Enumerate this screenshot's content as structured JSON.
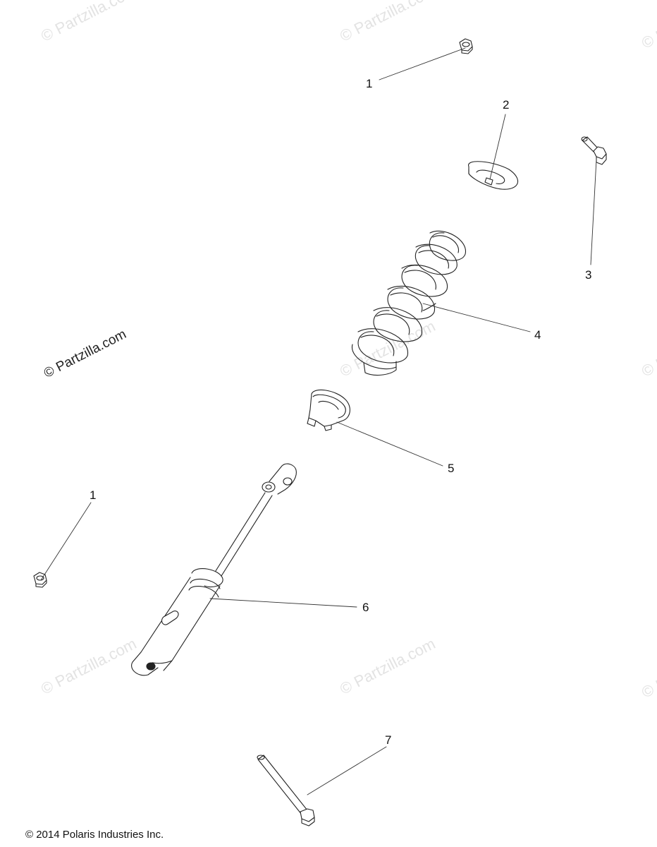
{
  "watermark": "© Partzilla.com",
  "callouts": {
    "c1a": "1",
    "c1b": "1",
    "c2": "2",
    "c3": "3",
    "c4": "4",
    "c5": "5",
    "c6": "6",
    "c7": "7"
  },
  "copyright": "© 2014 Polaris Industries Inc.",
  "parts": {
    "p1": "nut-icon",
    "p2": "spring-retainer-icon",
    "p3": "bolt-icon",
    "p4": "coil-spring-icon",
    "p5": "spring-seat-icon",
    "p6": "shock-absorber-icon",
    "p7": "long-bolt-icon"
  }
}
